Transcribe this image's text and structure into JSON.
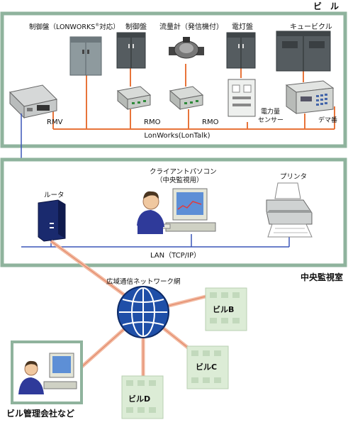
{
  "building": {
    "title": "ビ　ル",
    "cabinet_lonworks": "制御盤（LONWORKS",
    "cabinet_lonworks_suffix": "対応）",
    "registered_mark": "®",
    "cabinet": "制御盤",
    "flow_meter": "流量計（発信機付）",
    "lighting_panel": "電灯盤",
    "cubicle": "キュービクル",
    "rmv": "RMV",
    "rmo_1": "RMO",
    "rmo_2": "RMO",
    "power_sensor_line1": "電力量",
    "power_sensor_line2": "センサー",
    "demand_unit": "デマ番",
    "bus": "LonWorks(LonTalk)"
  },
  "control_room": {
    "title": "中央監視室",
    "router": "ルータ",
    "client_pc_line1": "クライアントパソコン",
    "client_pc_line2": "（中央監視用）",
    "printer": "プリンタ",
    "lan": "LAN（TCP/IP）"
  },
  "wan": {
    "label": "広域通信ネットワーク網",
    "building_b": "ビルB",
    "building_c": "ビルC",
    "building_d": "ビルD",
    "management": "ビル管理会社など"
  },
  "colors": {
    "panel_border": "#8fb39d",
    "panel_fill": "#ffffff",
    "bus_line": "#e8743a",
    "lan_line": "#3a55b8",
    "wan_line": "#f2b9a0",
    "building_fill": "#dcecd6",
    "globe_blue": "#1f4fa8"
  }
}
